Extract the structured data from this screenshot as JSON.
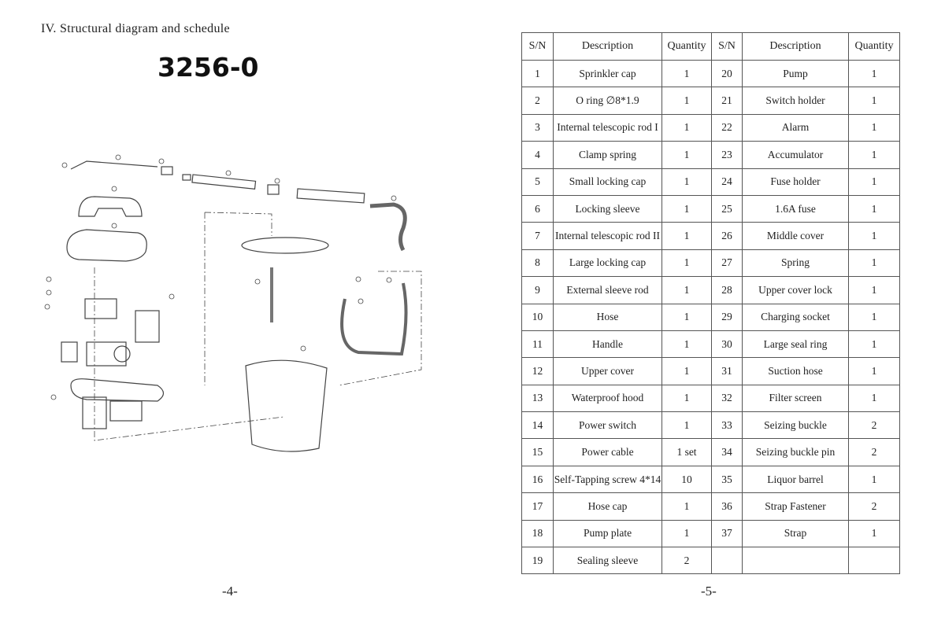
{
  "left_page": {
    "heading": "IV. Structural diagram and schedule",
    "model": "3256-0",
    "page_number": "-4-"
  },
  "right_page": {
    "page_number": "-5-",
    "table": {
      "headers": [
        "S/N",
        "Description",
        "Quantity",
        "S/N",
        "Description",
        "Quantity"
      ],
      "rows": [
        [
          "1",
          "Sprinkler cap",
          "1",
          "20",
          "Pump",
          "1"
        ],
        [
          "2",
          "O ring ∅8*1.9",
          "1",
          "21",
          "Switch holder",
          "1"
        ],
        [
          "3",
          "Internal telescopic rod I",
          "1",
          "22",
          "Alarm",
          "1"
        ],
        [
          "4",
          "Clamp spring",
          "1",
          "23",
          "Accumulator",
          "1"
        ],
        [
          "5",
          "Small locking cap",
          "1",
          "24",
          "Fuse holder",
          "1"
        ],
        [
          "6",
          "Locking sleeve",
          "1",
          "25",
          "1.6A fuse",
          "1"
        ],
        [
          "7",
          "Internal telescopic rod II",
          "1",
          "26",
          "Middle cover",
          "1"
        ],
        [
          "8",
          "Large locking cap",
          "1",
          "27",
          "Spring",
          "1"
        ],
        [
          "9",
          "External sleeve rod",
          "1",
          "28",
          "Upper cover lock",
          "1"
        ],
        [
          "10",
          "Hose",
          "1",
          "29",
          "Charging socket",
          "1"
        ],
        [
          "11",
          "Handle",
          "1",
          "30",
          "Large seal ring",
          "1"
        ],
        [
          "12",
          "Upper cover",
          "1",
          "31",
          "Suction hose",
          "1"
        ],
        [
          "13",
          "Waterproof hood",
          "1",
          "32",
          "Filter screen",
          "1"
        ],
        [
          "14",
          "Power switch",
          "1",
          "33",
          "Seizing buckle",
          "2"
        ],
        [
          "15",
          "Power cable",
          "1 set",
          "34",
          "Seizing buckle pin",
          "2"
        ],
        [
          "16",
          "Self-Tapping screw 4*14",
          "10",
          "35",
          "Liquor barrel",
          "1"
        ],
        [
          "17",
          "Hose cap",
          "1",
          "36",
          "Strap Fastener",
          "2"
        ],
        [
          "18",
          "Pump plate",
          "1",
          "37",
          "Strap",
          "1"
        ],
        [
          "19",
          "Sealing sleeve",
          "2",
          "",
          "",
          " "
        ]
      ]
    }
  }
}
